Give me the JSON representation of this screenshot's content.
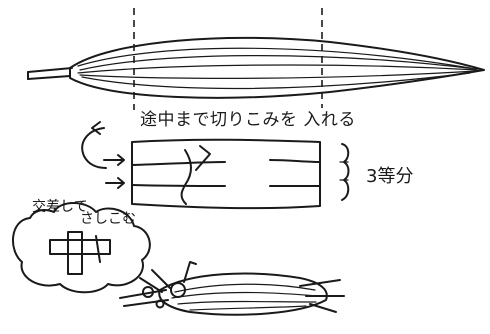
{
  "labels": {
    "cut_halfway_insert": "途中まで切りこみを 入れる",
    "split_into_three": "3等分",
    "cross_label_1": "交差して",
    "cross_label_2": "さしこむ"
  }
}
